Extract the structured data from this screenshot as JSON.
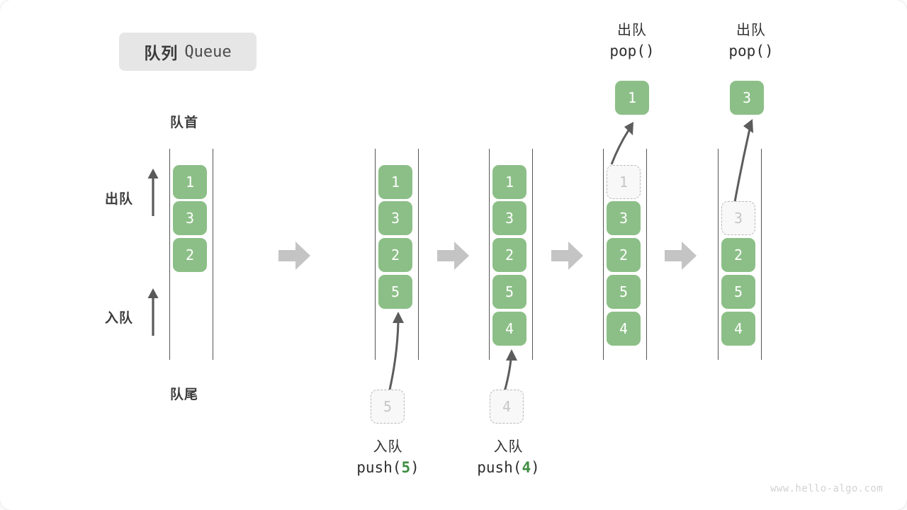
{
  "title": {
    "cn": "队列",
    "en": "Queue"
  },
  "labels": {
    "head": "队首",
    "tail": "队尾",
    "dequeue": "出队",
    "enqueue": "入队"
  },
  "colors": {
    "element_green": "#8cbf87",
    "arg_green": "#3e8e41",
    "ghost_fill": "#f8f8f8",
    "ghost_border": "#b9b9b9",
    "rail": "#555555",
    "sep_arrow": "#c4c4c4",
    "badge_bg": "#e6e6e6",
    "text": "#333333",
    "watermark": "#d2d2d2"
  },
  "watermark": "www.hello-algo.com",
  "stages": [
    {
      "id": "initial",
      "cells": [
        {
          "value": "1",
          "state": "filled"
        },
        {
          "value": "3",
          "state": "filled"
        },
        {
          "value": "2",
          "state": "filled"
        }
      ],
      "op_cn": "",
      "op_code": "",
      "op_arg": "",
      "incoming": "",
      "outgoing": ""
    },
    {
      "id": "push-5",
      "cells": [
        {
          "value": "1",
          "state": "filled"
        },
        {
          "value": "3",
          "state": "filled"
        },
        {
          "value": "2",
          "state": "filled"
        },
        {
          "value": "5",
          "state": "filled"
        }
      ],
      "op_cn": "入队",
      "op_code_prefix": "push(",
      "op_arg": "5",
      "op_code_suffix": ")",
      "incoming": "5",
      "outgoing": ""
    },
    {
      "id": "push-4",
      "cells": [
        {
          "value": "1",
          "state": "filled"
        },
        {
          "value": "3",
          "state": "filled"
        },
        {
          "value": "2",
          "state": "filled"
        },
        {
          "value": "5",
          "state": "filled"
        },
        {
          "value": "4",
          "state": "filled"
        }
      ],
      "op_cn": "入队",
      "op_code_prefix": "push(",
      "op_arg": "4",
      "op_code_suffix": ")",
      "incoming": "4",
      "outgoing": ""
    },
    {
      "id": "pop-1",
      "cells": [
        {
          "value": "1",
          "state": "ghost"
        },
        {
          "value": "3",
          "state": "filled"
        },
        {
          "value": "2",
          "state": "filled"
        },
        {
          "value": "5",
          "state": "filled"
        },
        {
          "value": "4",
          "state": "filled"
        }
      ],
      "op_cn": "出队",
      "op_code": "pop()",
      "outgoing": "1",
      "incoming": ""
    },
    {
      "id": "pop-3",
      "cells": [
        {
          "value": "",
          "state": "empty"
        },
        {
          "value": "3",
          "state": "ghost"
        },
        {
          "value": "2",
          "state": "filled"
        },
        {
          "value": "5",
          "state": "filled"
        },
        {
          "value": "4",
          "state": "filled"
        }
      ],
      "op_cn": "出队",
      "op_code": "pop()",
      "outgoing": "3",
      "incoming": ""
    }
  ],
  "separators": [
    "arrow-right",
    "arrow-right",
    "arrow-right",
    "arrow-right"
  ]
}
